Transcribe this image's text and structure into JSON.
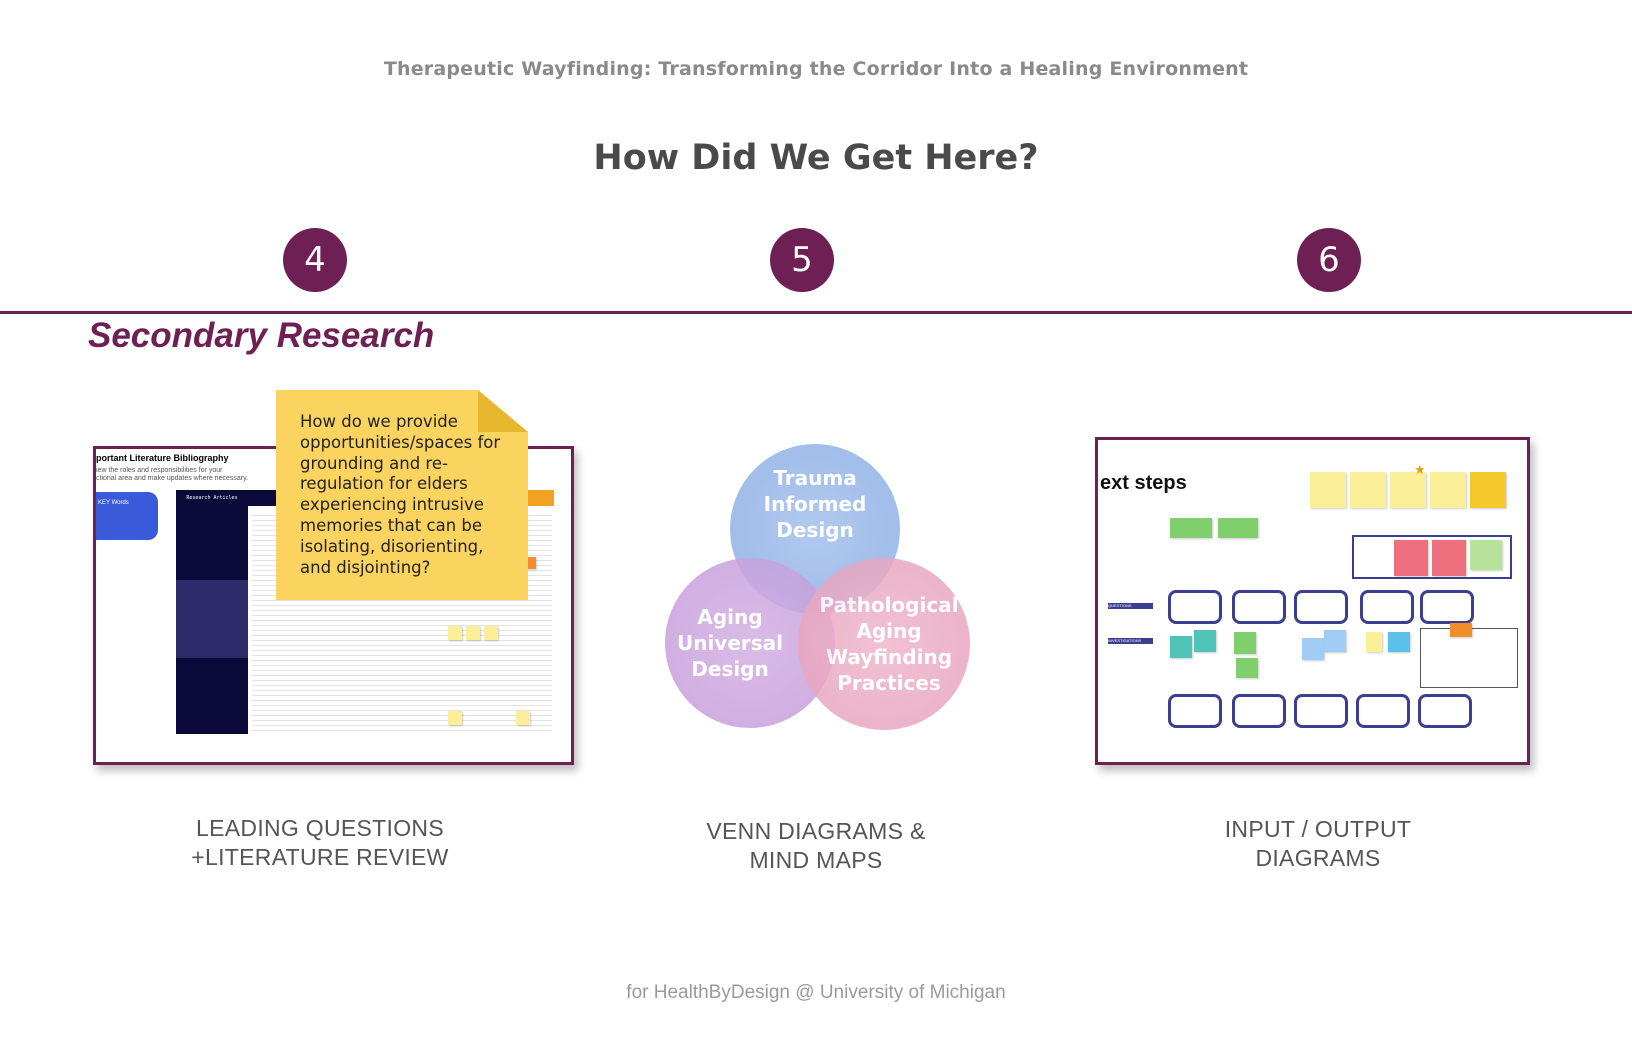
{
  "header": {
    "subtitle": "Therapeutic Wayfinding: Transforming the Corridor Into a Healing Environment",
    "title": "How Did We Get Here?"
  },
  "steps": [
    "4",
    "5",
    "6"
  ],
  "section_title": "Secondary Research",
  "literature": {
    "title": "portant Literature Bibliography",
    "desc1": "iew the roles and responsibilities for your",
    "desc2": "ctional area and make updates where necessary.",
    "keywords": "KEY Words",
    "col_header": "Research Articles"
  },
  "sticky_note": "How do we provide opportunities/spaces for grounding and re-regulation for elders experiencing intrusive memories that can be isolating, disorienting, and disjointing?",
  "venn": {
    "trauma": "Trauma Informed Design",
    "aging": "Aging Universal Design",
    "patho": "Pathological Aging Wayfinding Practices",
    "colors": {
      "trauma": "#8fb2e6",
      "aging": "#c9a0dc",
      "patho": "#e8a3bd"
    }
  },
  "map": {
    "title": "ext steps",
    "questions_label": "QUESTIONS",
    "investigations_label": "INVESTIGATIONS"
  },
  "captions": {
    "c1_l1": "LEADING QUESTIONS",
    "c1_l2": "+LITERATURE REVIEW",
    "c2_l1": "VENN DIAGRAMS &",
    "c2_l2": "MIND MAPS",
    "c3_l1": "INPUT / OUTPUT",
    "c3_l2": "DIAGRAMS"
  },
  "footer": "for HealthByDesign @ University of Michigan"
}
